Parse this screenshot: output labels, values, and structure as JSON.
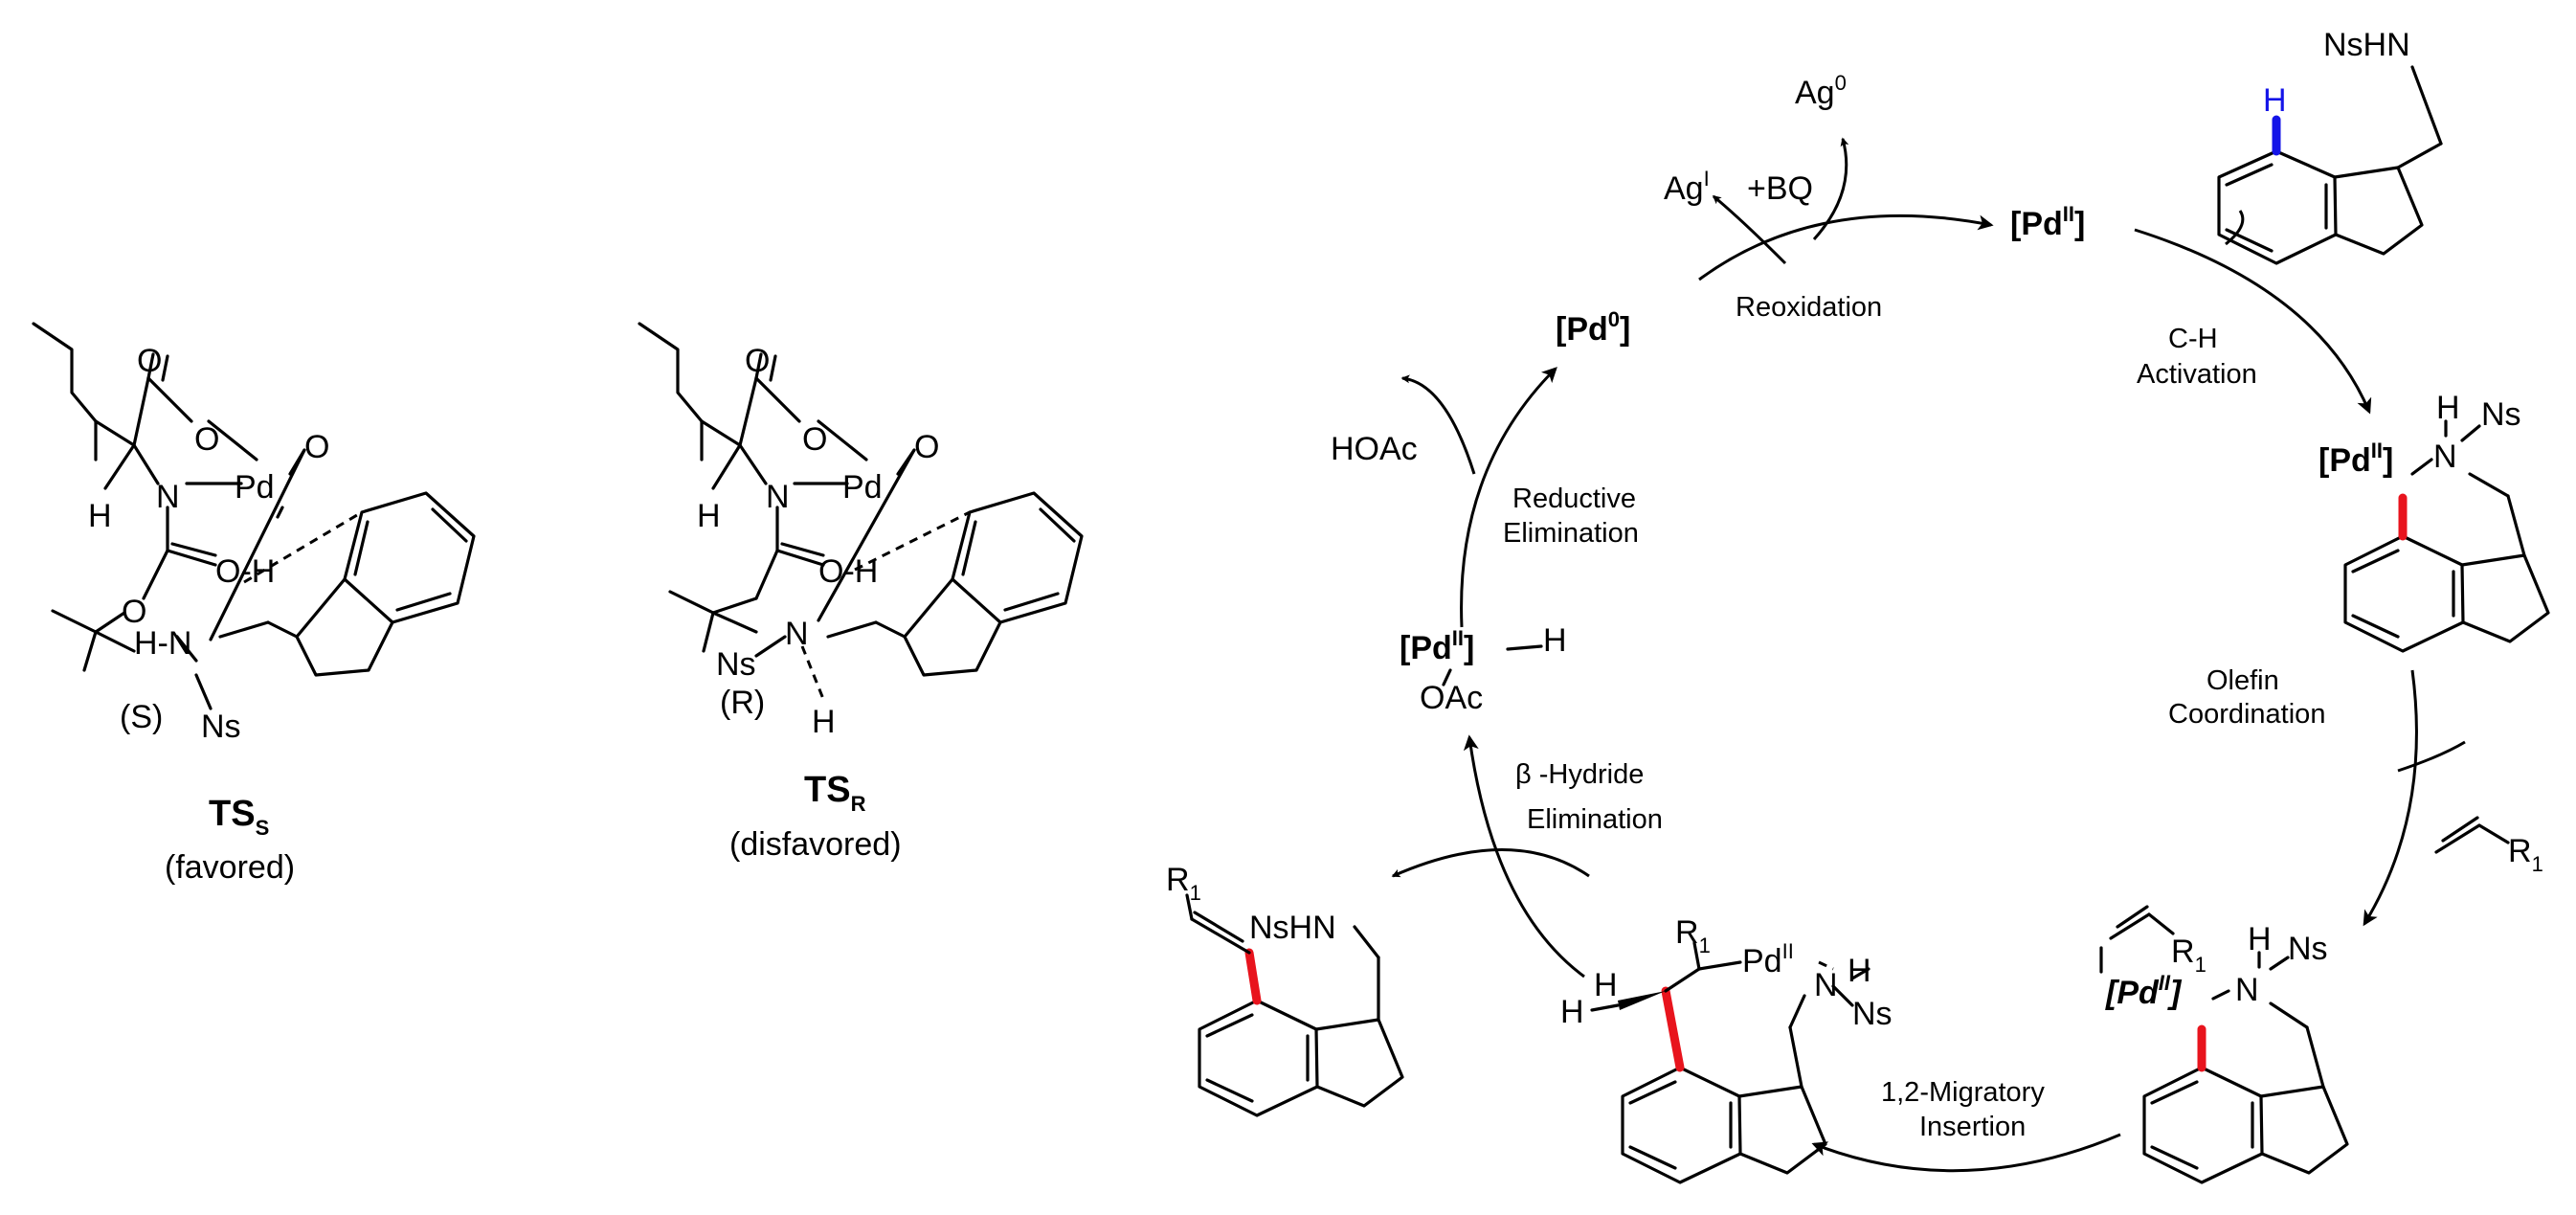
{
  "colors": {
    "highlight_bond": "#e8141d",
    "activated_h": "#1414e8",
    "ink": "#000000"
  },
  "transition_states": {
    "ts_s": {
      "name": "TS",
      "sub": "S",
      "note": "(favored)",
      "stereo": "(S)"
    },
    "ts_r": {
      "name": "TS",
      "sub": "R",
      "note": "(disfavored)",
      "stereo": "(R)"
    }
  },
  "atoms": {
    "O": "O",
    "H": "H",
    "N": "N",
    "Pd": "Pd",
    "Ns": "Ns",
    "H_N": "H-N",
    "O_H": "O-H",
    "NsHN": "NsHN",
    "R": "R",
    "sub_1": "1"
  },
  "catalyst": {
    "pd_bracket_open": "[Pd",
    "pd_bracket_close": "]",
    "ox_II": "II",
    "ox_0": "0",
    "pd_plain": "Pd",
    "oac": "OAc",
    "h": "H"
  },
  "reagents": {
    "ag_i": "Ag",
    "ag_i_sup": "I",
    "ag_0": "Ag",
    "ag_0_sup": "0",
    "bq": "+BQ",
    "hoac": "HOAc"
  },
  "steps": {
    "reoxidation": "Reoxidation",
    "ch_activation_1": "C-H",
    "ch_activation_2": "Activation",
    "olefin_coord_1": "Olefin",
    "olefin_coord_2": "Coordination",
    "migratory_1": "1,2-Migratory",
    "migratory_2": "Insertion",
    "beta_1": "β -Hydride",
    "beta_2": "Elimination",
    "reductive_1": "Reductive",
    "reductive_2": "Elimination"
  }
}
